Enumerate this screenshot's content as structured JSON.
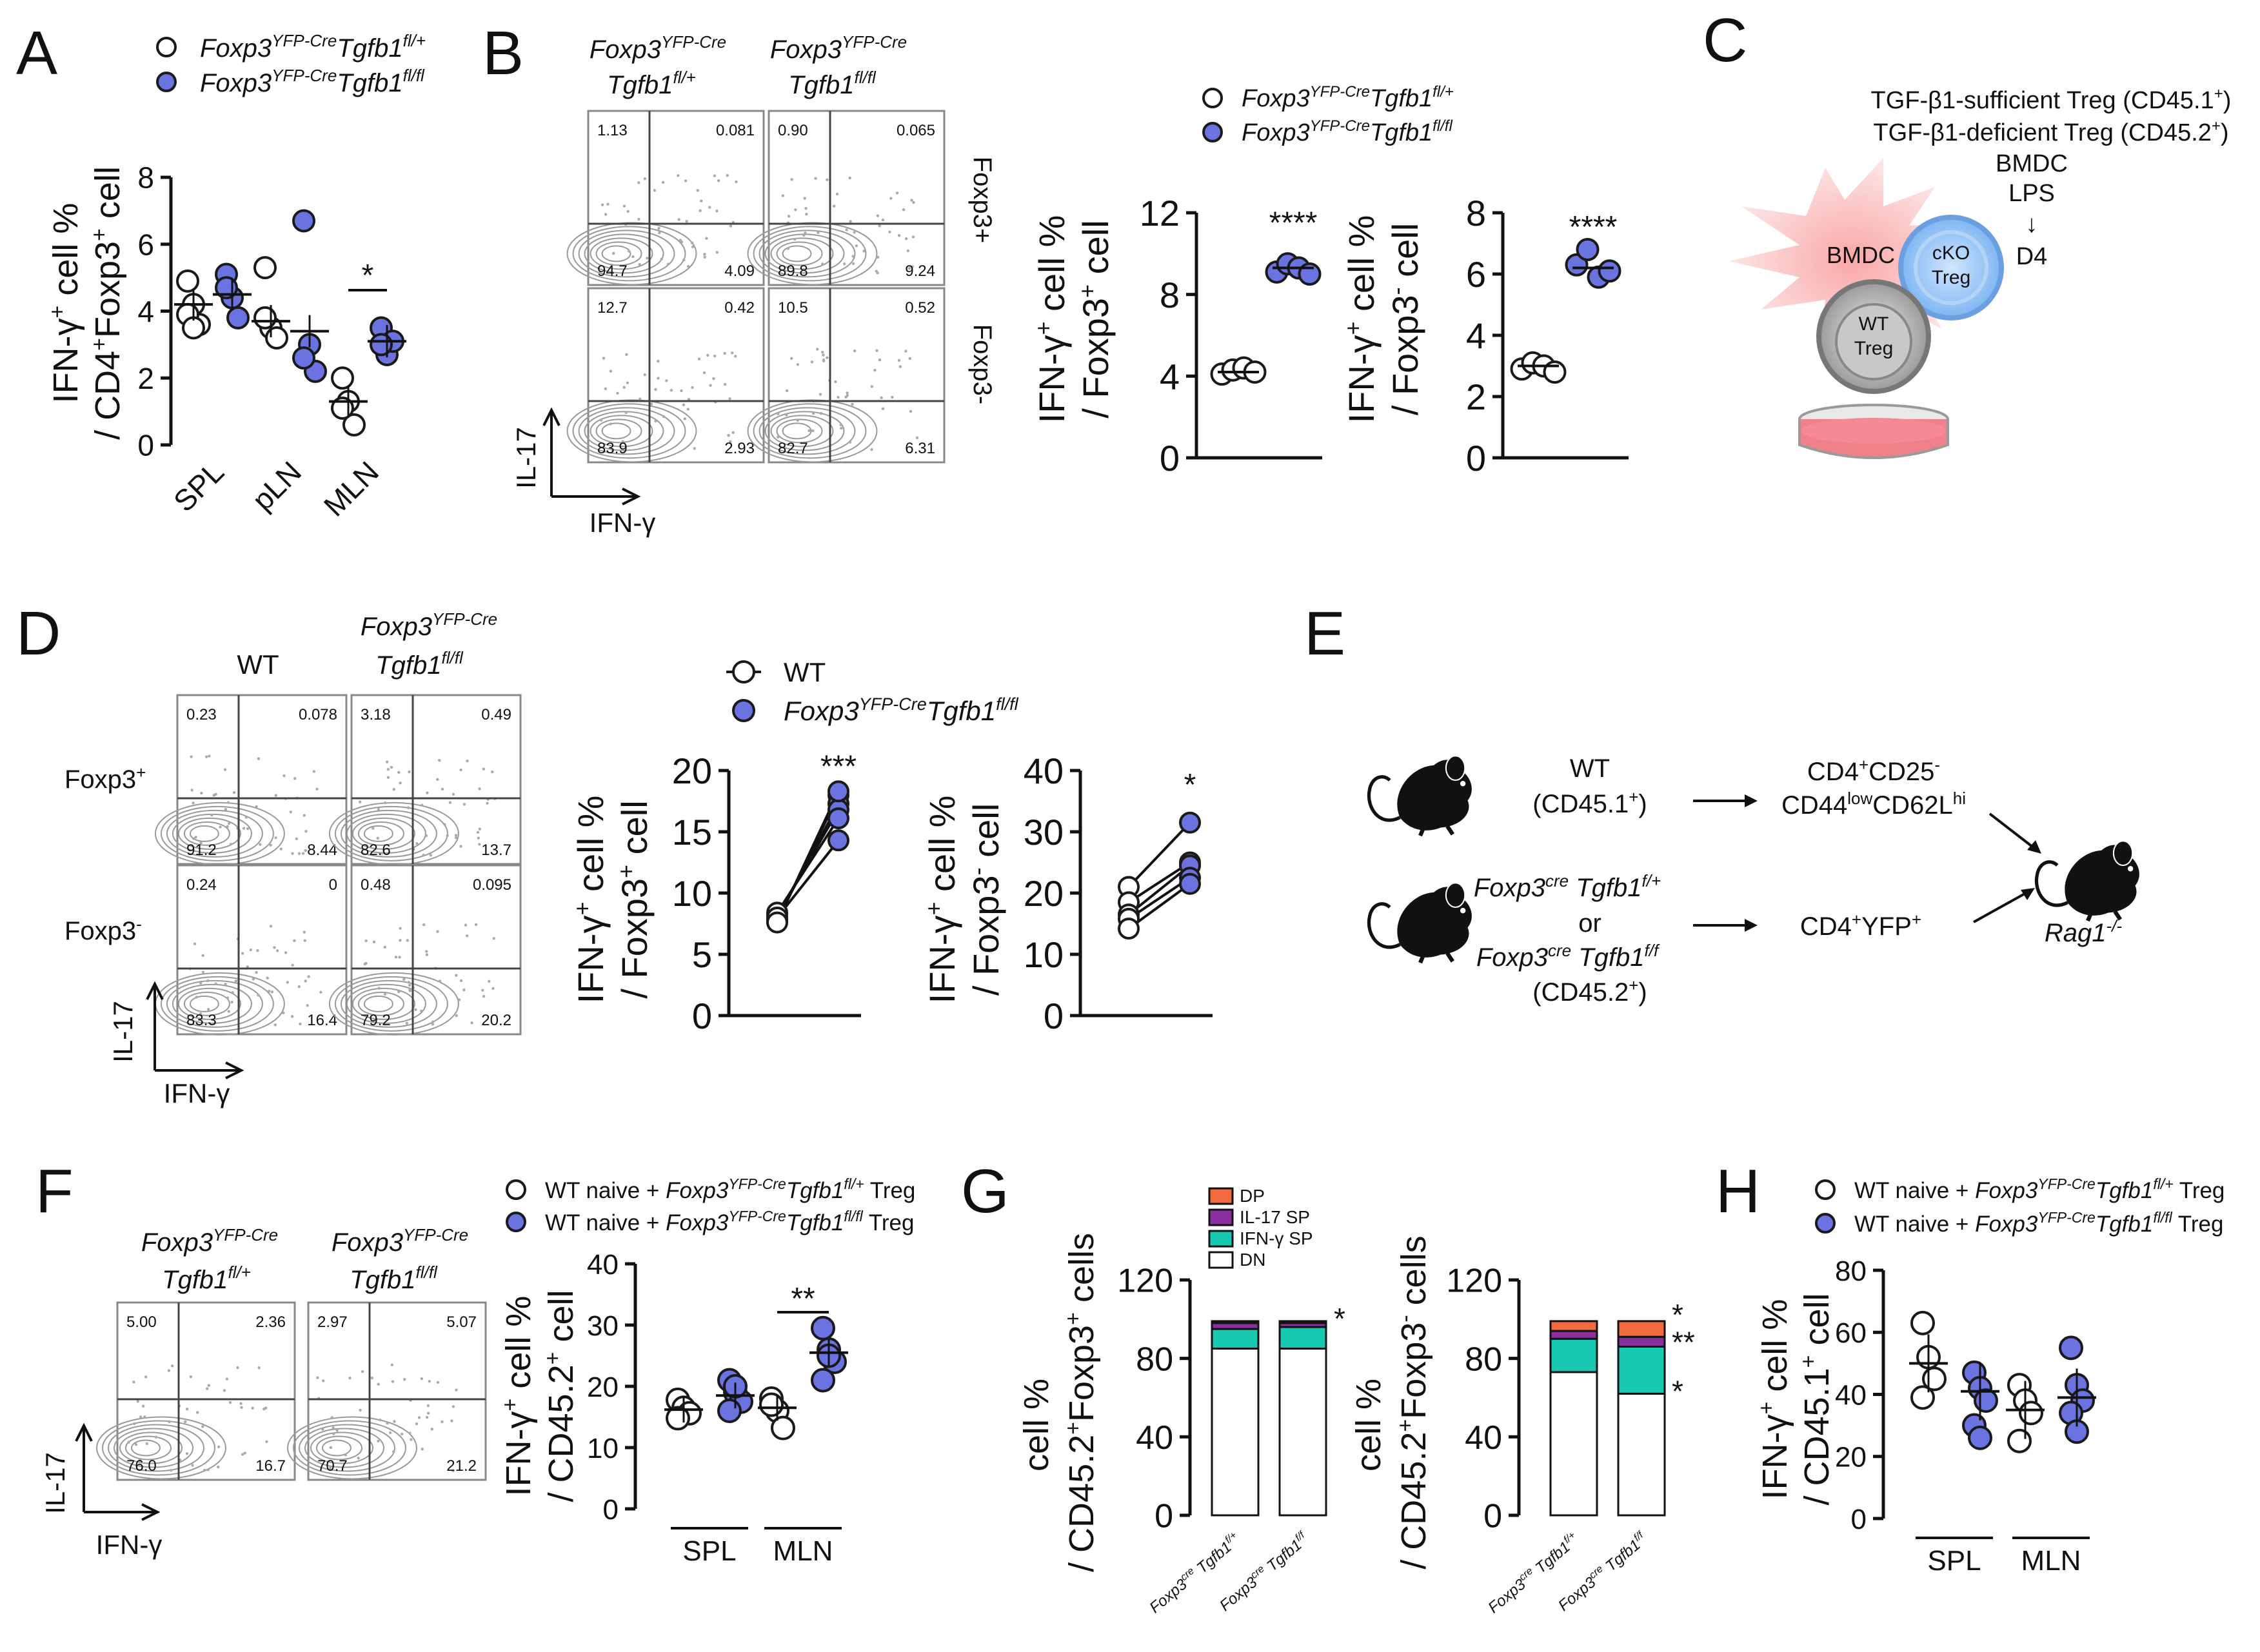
{
  "panel_labels": [
    "A",
    "B",
    "C",
    "D",
    "E",
    "F",
    "G",
    "H"
  ],
  "colors": {
    "open": "#ffffff",
    "filled": "#6b73e0",
    "stroke": "#1a1a1a",
    "dp": "#f26a3d",
    "il17": "#8a2f9e",
    "ifng": "#18c9b2",
    "dn": "#ffffff",
    "bmdc": "#f7b8b8",
    "dish": "#f0808a"
  },
  "groups": {
    "het_base": "Foxp3",
    "het_sup": "YFP-Cre",
    "het_gene": "Tgfb1",
    "het_gsup": "fl/+",
    "ko_gsup": "fl/fl",
    "wt": "WT"
  },
  "a": {
    "ylabel1": "IFN-γ",
    "ylabel1_sup": "+",
    "ylabel1_tail": " cell %",
    "ylabel2": "/ CD4",
    "ylabel2_sup": "+",
    "ylabel2_mid": "Foxp3",
    "ylabel2_sup2": "+",
    "ylabel2_tail": " cell",
    "yticks": [
      "0",
      "2",
      "4",
      "6",
      "8"
    ],
    "categories": [
      "SPL",
      "pLN",
      "MLN"
    ],
    "sig": "*"
  },
  "b": {
    "flow_col1": [
      "Foxp3",
      "YFP-Cre",
      "Tgfb1",
      "fl/+"
    ],
    "flow_col2": [
      "Foxp3",
      "YFP-Cre",
      "Tgfb1",
      "fl/fl"
    ],
    "row_lbl_top": "Foxp3+",
    "row_lbl_bot": "Foxp3-",
    "q_tl": [
      "1.13",
      "0.90",
      "12.7",
      "10.5"
    ],
    "q_tr": [
      "0.081",
      "0.065",
      "0.42",
      "0.52"
    ],
    "q_bl": [
      "94.7",
      "89.8",
      "83.9",
      "82.7"
    ],
    "q_br": [
      "4.09",
      "9.24",
      "2.93",
      "6.31"
    ],
    "y_axis": "IL-17",
    "x_axis": "IFN-γ",
    "plot1_y1": "IFN-γ",
    "plot1_y1_sup": "+",
    "plot1_y1_tail": " cell %",
    "plot1_y2": "/ Foxp3",
    "plot1_y2_sup": "+",
    "plot1_y2_tail": " cell",
    "plot1_yticks": [
      "0",
      "4",
      "8",
      "12"
    ],
    "plot2_y1": "IFN-γ",
    "plot2_y1_sup": "+",
    "plot2_y1_tail": " cell %",
    "plot2_y2": "/ Foxp3",
    "plot2_y2_sup": "-",
    "plot2_y2_tail": " cell",
    "plot2_yticks": [
      "0",
      "2",
      "4",
      "6",
      "8"
    ],
    "sig": "****"
  },
  "c": {
    "line1": "TGF-β1-sufficient Treg (CD45.1",
    "line1_sup": "+",
    "line1_end": ")",
    "line2": "TGF-β1-deficient Treg (CD45.2",
    "line2_sup": "+",
    "line2_end": ")",
    "line3": "BMDC",
    "line4": "LPS",
    "arrow": "↓",
    "line5": "D4",
    "bmdc": "BMDC",
    "cko1": "cKO",
    "cko2": "Treg",
    "wt1": "WT",
    "wt2": "Treg"
  },
  "d": {
    "col1": "WT",
    "col2": [
      "Foxp3",
      "YFP-Cre",
      "Tgfb1",
      "fl/fl"
    ],
    "row_top": "Foxp3",
    "row_top_sup": "+",
    "row_bot": "Foxp3",
    "row_bot_sup": "-",
    "q_tl": [
      "0.23",
      "3.18",
      "0.24",
      "0.48"
    ],
    "q_tr": [
      "0.078",
      "0.49",
      "0",
      "0.095"
    ],
    "q_bl": [
      "91.2",
      "82.6",
      "83.3",
      "79.2"
    ],
    "q_br": [
      "8.44",
      "13.7",
      "16.4",
      "20.2"
    ],
    "y_axis": "IL-17",
    "x_axis": "IFN-γ",
    "legend_wt": "WT",
    "plot1_yticks": [
      "0",
      "5",
      "10",
      "15",
      "20"
    ],
    "plot2_yticks": [
      "0",
      "10",
      "20",
      "30",
      "40"
    ],
    "sig1": "***",
    "sig2": "*"
  },
  "e": {
    "wt1": "WT",
    "wt2": "(CD45.1",
    "wt2_sup": "+",
    "wt2_end": ")",
    "cells1a": "CD4",
    "cells1a_sup": "+",
    "cells1a_mid": "CD25",
    "cells1a_sup2": "-",
    "cells1b": "CD44",
    "cells1b_sup": "low",
    "cells1b_mid": "CD62L",
    "cells1b_sup2": "hi",
    "ko1a": "Foxp3",
    "ko1a_sup": "cre",
    "ko1a_gene": " Tgfb1",
    "ko1a_gsup": "f/+",
    "or": "or",
    "ko2a": "Foxp3",
    "ko2a_sup": "cre",
    "ko2a_gene": " Tgfb1",
    "ko2a_gsup": "f/f",
    "ko3": "(CD45.2",
    "ko3_sup": "+",
    "ko3_end": ")",
    "cells2": "CD4",
    "cells2_sup": "+",
    "cells2_mid": "YFP",
    "cells2_sup2": "+",
    "rag": "Rag1",
    "rag_sup": "-/-"
  },
  "f": {
    "col1": [
      "Foxp3",
      "YFP-Cre",
      "Tgfb1",
      "fl/+"
    ],
    "col2": [
      "Foxp3",
      "YFP-Cre",
      "Tgfb1",
      "fl/fl"
    ],
    "q_tl": [
      "5.00",
      "2.97"
    ],
    "q_tr": [
      "2.36",
      "5.07"
    ],
    "q_bl": [
      "76.0",
      "70.7"
    ],
    "q_br": [
      "16.7",
      "21.2"
    ],
    "y_axis": "IL-17",
    "x_axis": "IFN-γ",
    "legend_prefix": "WT naive + ",
    "legend_suffix": " Treg",
    "ylabel1": "IFN-γ",
    "ylabel1_sup": "+",
    "ylabel1_tail": " cell %",
    "ylabel2": "/ CD45.2",
    "ylabel2_sup": "+",
    "ylabel2_tail": " cell",
    "yticks": [
      "0",
      "10",
      "20",
      "30",
      "40"
    ],
    "categories": [
      "SPL",
      "MLN"
    ],
    "sig": "**"
  },
  "g": {
    "legend": [
      "DP",
      "IL-17 SP",
      "IFN-γ SP",
      "DN"
    ],
    "ylabel_top": "cell %",
    "ylabel1": "/ CD45.2",
    "ylabel1_sup": "+",
    "ylabel1_mid": "Foxp3",
    "ylabel1_sup2": "+",
    "ylabel1_tail": " cells",
    "ylabel2": "/ CD45.2",
    "ylabel2_sup": "+",
    "ylabel2_mid": "Foxp3",
    "ylabel2_sup2": "-",
    "ylabel2_tail": " cells",
    "yticks": [
      "0",
      "40",
      "80",
      "120"
    ],
    "xcat1a": "Foxp3",
    "xcat1a_sup": "cre",
    "xcat1a_gene": " Tgfb1",
    "xcat1a_gsup": "f/+",
    "xcat2a": "Foxp3",
    "xcat2a_sup": "cre",
    "xcat2a_gene": " Tgfb1",
    "xcat2a_gsup": "f/f",
    "sig_p": "*",
    "sig_r": "*",
    "sig_c": "**",
    "sig_k": "*"
  },
  "h": {
    "legend_prefix": "WT naive + ",
    "legend_suffix": " Treg",
    "ylabel1": "IFN-γ",
    "ylabel1_sup": "+",
    "ylabel1_tail": " cell %",
    "ylabel2": "/ CD45.1",
    "ylabel2_sup": "+",
    "ylabel2_tail": " cell",
    "yticks": [
      "0",
      "20",
      "40",
      "60",
      "80"
    ],
    "categories": [
      "SPL",
      "MLN"
    ]
  },
  "chart_data": [
    {
      "id": "A",
      "type": "scatter",
      "categories": [
        "SPL",
        "pLN",
        "MLN"
      ],
      "ylim": [
        0,
        8
      ],
      "series": [
        {
          "name": "Foxp3 YFP-Cre Tgfb1 fl/+",
          "style": "open",
          "points": [
            [
              0,
              4.9
            ],
            [
              0,
              4.2
            ],
            [
              0,
              3.6
            ],
            [
              0,
              3.9
            ],
            [
              0,
              3.5
            ],
            [
              1,
              5.3
            ],
            [
              1,
              3.5
            ],
            [
              1,
              3.2
            ],
            [
              1,
              3.8
            ],
            [
              2,
              2.0
            ],
            [
              2,
              1.3
            ],
            [
              2,
              0.6
            ],
            [
              2,
              1.1
            ]
          ],
          "mean": [
            4.2,
            3.7,
            1.3
          ]
        },
        {
          "name": "Foxp3 YFP-Cre Tgfb1 fl/fl",
          "style": "filled",
          "points": [
            [
              0,
              5.1
            ],
            [
              0,
              4.4
            ],
            [
              0,
              3.8
            ],
            [
              0,
              4.7
            ],
            [
              1,
              6.7
            ],
            [
              1,
              3.0
            ],
            [
              1,
              2.2
            ],
            [
              1,
              2.6
            ],
            [
              2,
              3.5
            ],
            [
              2,
              2.7
            ],
            [
              2,
              3.1
            ],
            [
              2,
              3.0
            ]
          ],
          "mean": [
            4.5,
            3.4,
            3.1
          ]
        }
      ]
    },
    {
      "id": "B1",
      "type": "scatter",
      "ylim": [
        0,
        12
      ],
      "series": [
        {
          "name": "fl/+",
          "style": "open",
          "x": 0,
          "values": [
            4.1,
            4.3,
            4.4,
            4.2
          ],
          "mean": 4.2
        },
        {
          "name": "fl/fl",
          "style": "filled",
          "x": 1,
          "values": [
            9.1,
            9.5,
            9.3,
            9.0
          ],
          "mean": 9.3
        }
      ]
    },
    {
      "id": "B2",
      "type": "scatter",
      "ylim": [
        0,
        8
      ],
      "series": [
        {
          "name": "fl/+",
          "style": "open",
          "x": 0,
          "values": [
            2.9,
            3.1,
            3.0,
            2.8
          ],
          "mean": 3.0
        },
        {
          "name": "fl/fl",
          "style": "filled",
          "x": 1,
          "values": [
            6.3,
            6.8,
            5.9,
            6.1
          ],
          "mean": 6.2
        }
      ]
    },
    {
      "id": "D1",
      "type": "line",
      "ylim": [
        0,
        20
      ],
      "pairs": [
        [
          7.7,
          18.0
        ],
        [
          7.9,
          17.3
        ],
        [
          8.2,
          16.8
        ],
        [
          8.4,
          16.1
        ],
        [
          8.0,
          14.3
        ],
        [
          7.6,
          18.3
        ]
      ]
    },
    {
      "id": "D2",
      "type": "line",
      "ylim": [
        0,
        40
      ],
      "pairs": [
        [
          21.0,
          31.5
        ],
        [
          18.5,
          25.0
        ],
        [
          16.5,
          24.5
        ],
        [
          15.8,
          22.5
        ],
        [
          14.2,
          21.5
        ]
      ]
    },
    {
      "id": "F",
      "type": "scatter",
      "categories": [
        "SPL",
        "MLN"
      ],
      "ylim": [
        0,
        40
      ],
      "series": [
        {
          "name": "WT naive + fl/+ Treg",
          "style": "open",
          "points": [
            [
              0,
              17.8
            ],
            [
              0,
              16.5
            ],
            [
              0,
              15.6
            ],
            [
              0,
              14.8
            ],
            [
              1,
              18.0
            ],
            [
              1,
              16.0
            ],
            [
              1,
              13.2
            ],
            [
              1,
              17.0
            ]
          ],
          "mean": [
            16.2,
            16.5
          ]
        },
        {
          "name": "WT naive + fl/fl Treg",
          "style": "filled",
          "points": [
            [
              0,
              21.0
            ],
            [
              0,
              19.0
            ],
            [
              0,
              17.5
            ],
            [
              0,
              16.0
            ],
            [
              0,
              20.0
            ],
            [
              1,
              29.5
            ],
            [
              1,
              26.0
            ],
            [
              1,
              24.0
            ],
            [
              1,
              21.0
            ],
            [
              1,
              25.0
            ]
          ],
          "mean": [
            18.5,
            25.5
          ]
        }
      ]
    },
    {
      "id": "G1",
      "type": "bar",
      "stacked": true,
      "ylim": [
        0,
        120
      ],
      "categories": [
        "Foxp3cre Tgfb1f/+",
        "Foxp3cre Tgfb1f/f"
      ],
      "series": [
        {
          "name": "DN",
          "values": [
            85,
            85
          ]
        },
        {
          "name": "IFN-γ SP",
          "values": [
            10,
            11
          ]
        },
        {
          "name": "IL-17 SP",
          "values": [
            3,
            2
          ]
        },
        {
          "name": "DP",
          "values": [
            1,
            1
          ]
        }
      ]
    },
    {
      "id": "G2",
      "type": "bar",
      "stacked": true,
      "ylim": [
        0,
        120
      ],
      "categories": [
        "Foxp3cre Tgfb1f/+",
        "Foxp3cre Tgfb1f/f"
      ],
      "series": [
        {
          "name": "DN",
          "values": [
            73,
            62
          ]
        },
        {
          "name": "IFN-γ SP",
          "values": [
            17,
            24
          ]
        },
        {
          "name": "IL-17 SP",
          "values": [
            4,
            5
          ]
        },
        {
          "name": "DP",
          "values": [
            5,
            8
          ]
        }
      ]
    },
    {
      "id": "H",
      "type": "scatter",
      "categories": [
        "SPL",
        "MLN"
      ],
      "ylim": [
        0,
        80
      ],
      "series": [
        {
          "name": "WT naive + fl/+ Treg",
          "style": "open",
          "points": [
            [
              0,
              63
            ],
            [
              0,
              52
            ],
            [
              0,
              45
            ],
            [
              0,
              39
            ],
            [
              1,
              43
            ],
            [
              1,
              38
            ],
            [
              1,
              34
            ],
            [
              1,
              25
            ]
          ],
          "mean": [
            50,
            35
          ]
        },
        {
          "name": "WT naive + fl/fl Treg",
          "style": "filled",
          "points": [
            [
              0,
              47
            ],
            [
              0,
              42
            ],
            [
              0,
              38
            ],
            [
              0,
              30
            ],
            [
              0,
              26
            ],
            [
              1,
              55
            ],
            [
              1,
              43
            ],
            [
              1,
              38
            ],
            [
              1,
              34
            ],
            [
              1,
              28
            ]
          ],
          "mean": [
            41,
            39
          ]
        }
      ]
    }
  ]
}
